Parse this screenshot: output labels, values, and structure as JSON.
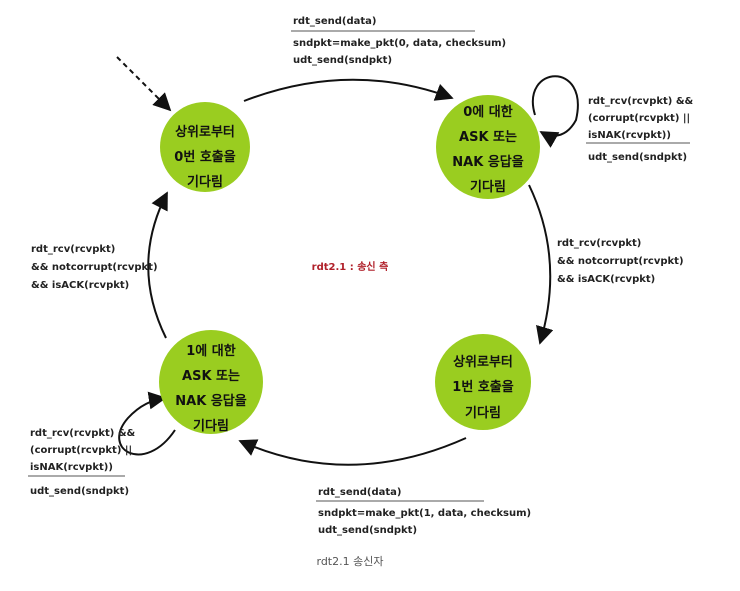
{
  "colors": {
    "state_fill": "#9acd20",
    "line": "#111111",
    "title": "#b0202a",
    "caption": "#555555"
  },
  "center_title": "rdt2.1 : 송신 측",
  "caption": "rdt2.1 송신자",
  "states": {
    "wait_call0": [
      "상위로부터",
      "0번 호출을",
      "기다림"
    ],
    "wait_ack0": [
      "0에 대한",
      "ASK 또는",
      "NAK 응답을",
      "기다림"
    ],
    "wait_call1": [
      "상위로부터",
      "1번 호출을",
      "기다림"
    ],
    "wait_ack1": [
      "1에 대한",
      "ASK 또는",
      "NAK 응답을",
      "기다림"
    ]
  },
  "transitions": {
    "top": {
      "event": "rdt_send(data)",
      "actions": [
        "sndpkt=make_pkt(0, data, checksum)",
        "udt_send(sndpkt)"
      ]
    },
    "right_self": {
      "event": [
        "rdt_rcv(rcvpkt) &&",
        "(corrupt(rcvpkt) ||",
        "isNAK(rcvpkt))"
      ],
      "actions": [
        "udt_send(sndpkt)"
      ]
    },
    "right": {
      "event": [
        "rdt_rcv(rcvpkt)",
        "&& notcorrupt(rcvpkt)",
        "&& isACK(rcvpkt)"
      ]
    },
    "bottom": {
      "event": "rdt_send(data)",
      "actions": [
        "sndpkt=make_pkt(1, data, checksum)",
        "udt_send(sndpkt)"
      ]
    },
    "left_self": {
      "event": [
        "rdt_rcv(rcvpkt) &&",
        "(corrupt(rcvpkt) ||",
        "isNAK(rcvpkt))"
      ],
      "actions": [
        "udt_send(sndpkt)"
      ]
    },
    "left": {
      "event": [
        "rdt_rcv(rcvpkt)",
        "&& notcorrupt(rcvpkt)",
        "&& isACK(rcvpkt)"
      ]
    }
  }
}
